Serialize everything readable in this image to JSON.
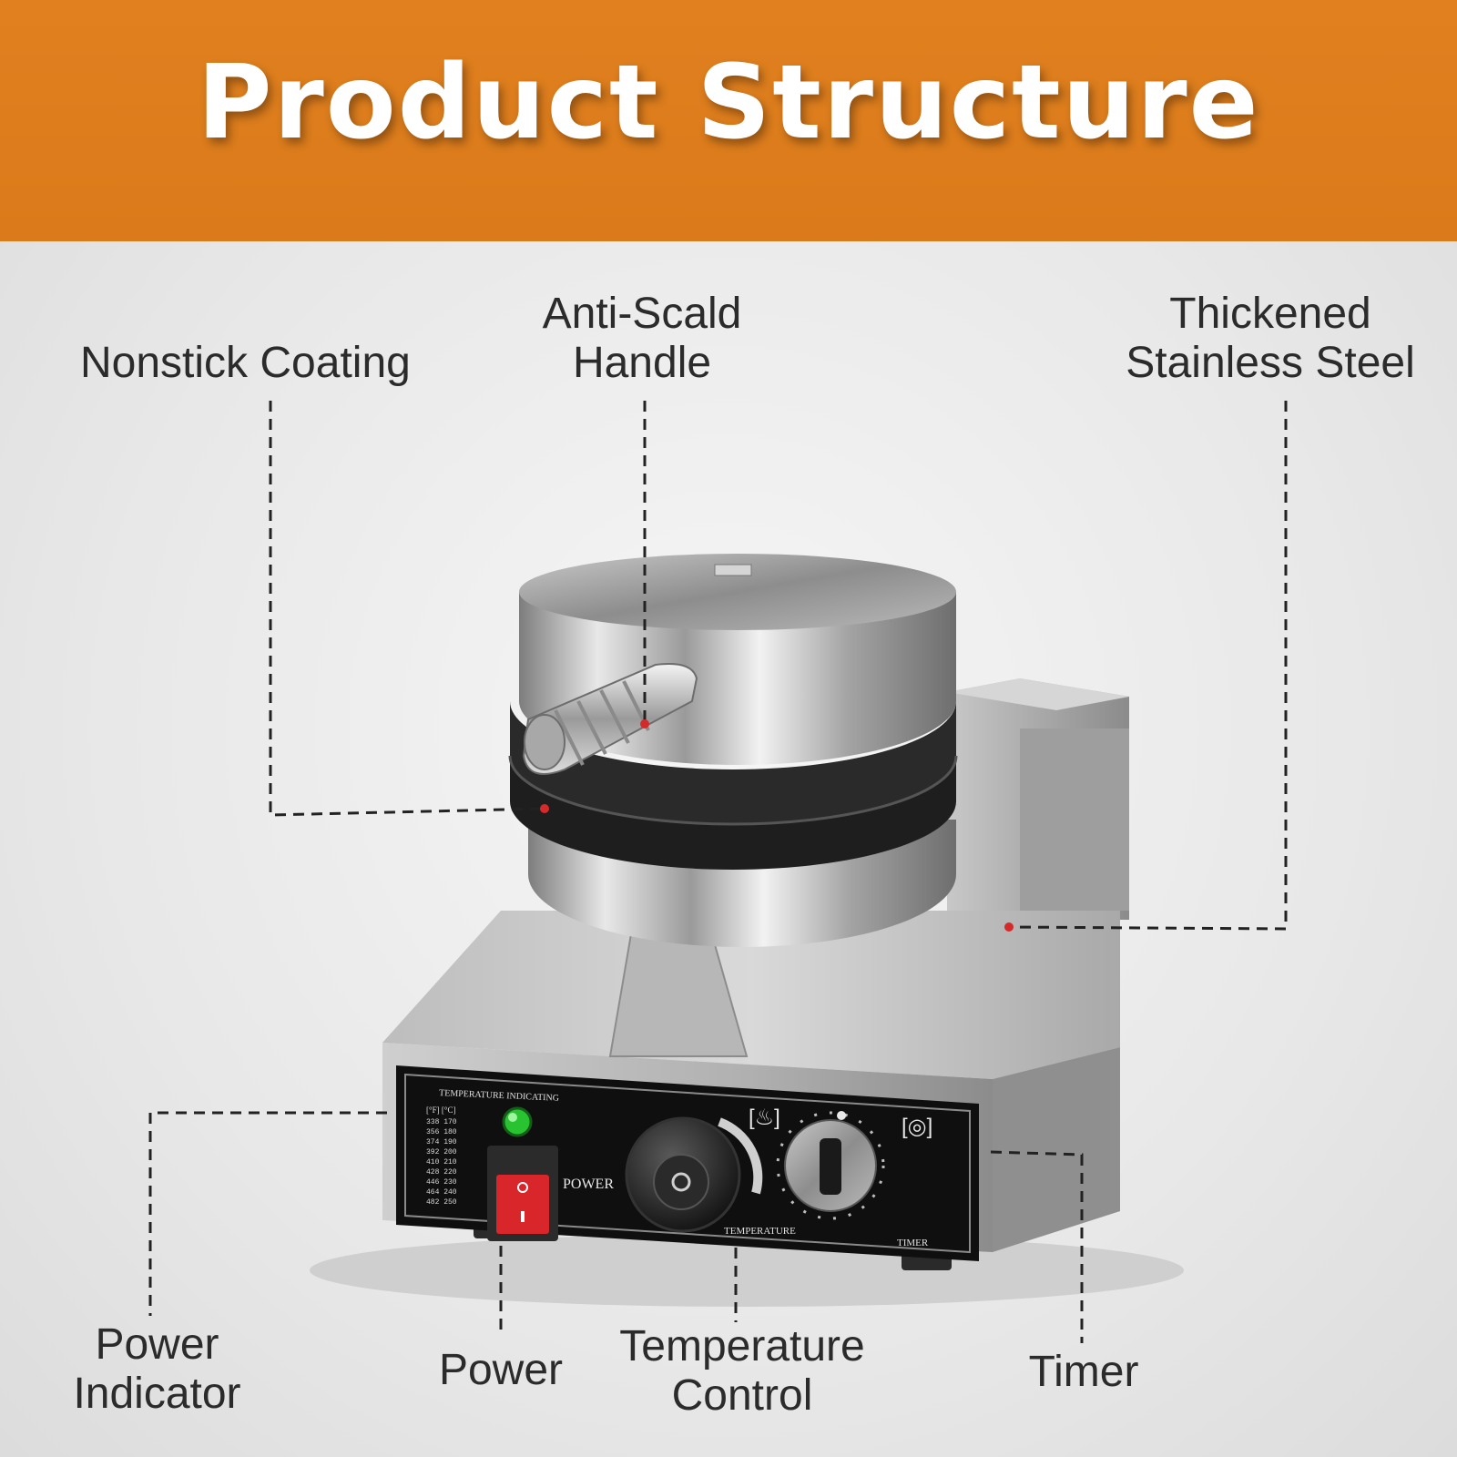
{
  "banner": {
    "title": "Product Structure",
    "color": "#df7f1d"
  },
  "callouts": {
    "nonstick": {
      "label": "Nonstick Coating"
    },
    "handle": {
      "line1": "Anti-Scald",
      "line2": "Handle"
    },
    "steel": {
      "line1": "Thickened",
      "line2": "Stainless Steel"
    },
    "power_indicator": {
      "line1": "Power",
      "line2": "Indicator"
    },
    "power": {
      "label": "Power"
    },
    "temperature": {
      "line1": "Temperature",
      "line2": "Control"
    },
    "timer": {
      "label": "Timer"
    }
  },
  "panel": {
    "header": "TEMPERATURE  INDICATING",
    "units": "[°F] [°C]",
    "table": [
      "338 170",
      "356 180",
      "374 190",
      "392 200",
      "410 210",
      "428 220",
      "446 230",
      "464 240",
      "482 250"
    ],
    "power_label": "POWER",
    "temp_label": "TEMPERATURE",
    "timer_label": "TIMER",
    "temp_icon": "[♨]",
    "timer_icon": "[◎]"
  },
  "colors": {
    "marker": "#d42a2a",
    "indicator_light": "#29c230",
    "switch": "#d8262a"
  }
}
